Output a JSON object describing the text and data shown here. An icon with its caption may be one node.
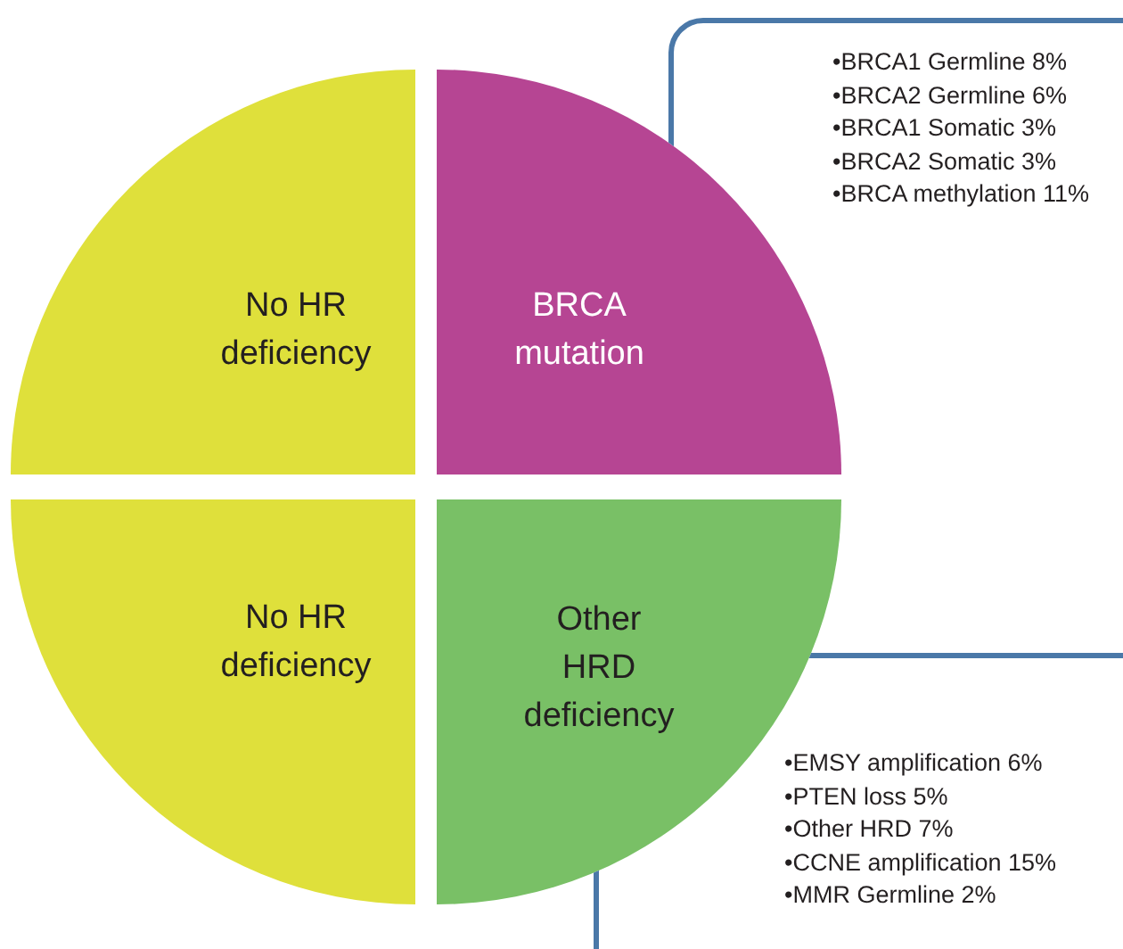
{
  "diagram": {
    "nodes": [
      {
        "text": [
          "•BRCA1 Germline 8%",
          "•BRCA2 Germline 6%",
          "•BRCA1 Somatic 3%",
          "•BRCA2 Somatic 3%",
          "•BRCA methylation 11%"
        ]
      },
      {
        "text": [
          "•EMSY amplification 6%",
          "•PTEN loss 5%",
          "•Other HRD 7%",
          "•CCNE amplification 15%",
          "•MMR Germline 2%"
        ]
      },
      {
        "text": [
          "No HR deficiency"
        ]
      },
      {
        "text": [
          "BRCA mutation"
        ]
      },
      {
        "text": [
          "No HR deficiency"
        ]
      },
      {
        "text": [
          "Other HRD deficiency"
        ]
      }
    ]
  }
}
